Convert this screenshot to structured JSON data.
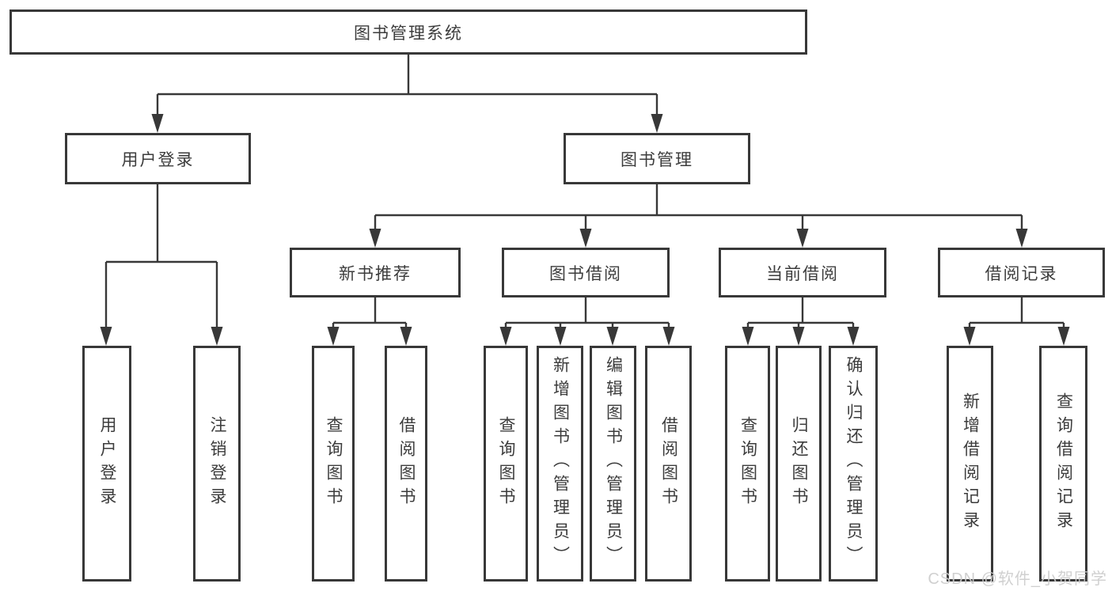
{
  "diagram": {
    "root": {
      "label": "图书管理系统"
    },
    "branches": {
      "user_login": {
        "label": "用户登录",
        "children": [
          "用户登录",
          "注销登录"
        ]
      },
      "book_mgmt": {
        "label": "图书管理",
        "sections": {
          "new_books": {
            "label": "新书推荐",
            "children": [
              "查询图书",
              "借阅图书"
            ]
          },
          "borrowing": {
            "label": "图书借阅",
            "children": [
              "查询图书",
              "新增图书（管理员）",
              "编辑图书（管理员）",
              "借阅图书"
            ]
          },
          "current": {
            "label": "当前借阅",
            "children": [
              "查询图书",
              "归还图书",
              "确认归还（管理员）"
            ]
          },
          "records": {
            "label": "借阅记录",
            "children": [
              "新增借阅记录",
              "查询借阅记录"
            ]
          }
        }
      }
    }
  },
  "watermark": "CSDN @软件_小贺同学",
  "colors": {
    "line": "#383838",
    "box_border": "#383838",
    "box_fill": "#ffffff",
    "text": "#3c3c3c",
    "watermark": "#cccccc",
    "background": "#ffffff"
  }
}
